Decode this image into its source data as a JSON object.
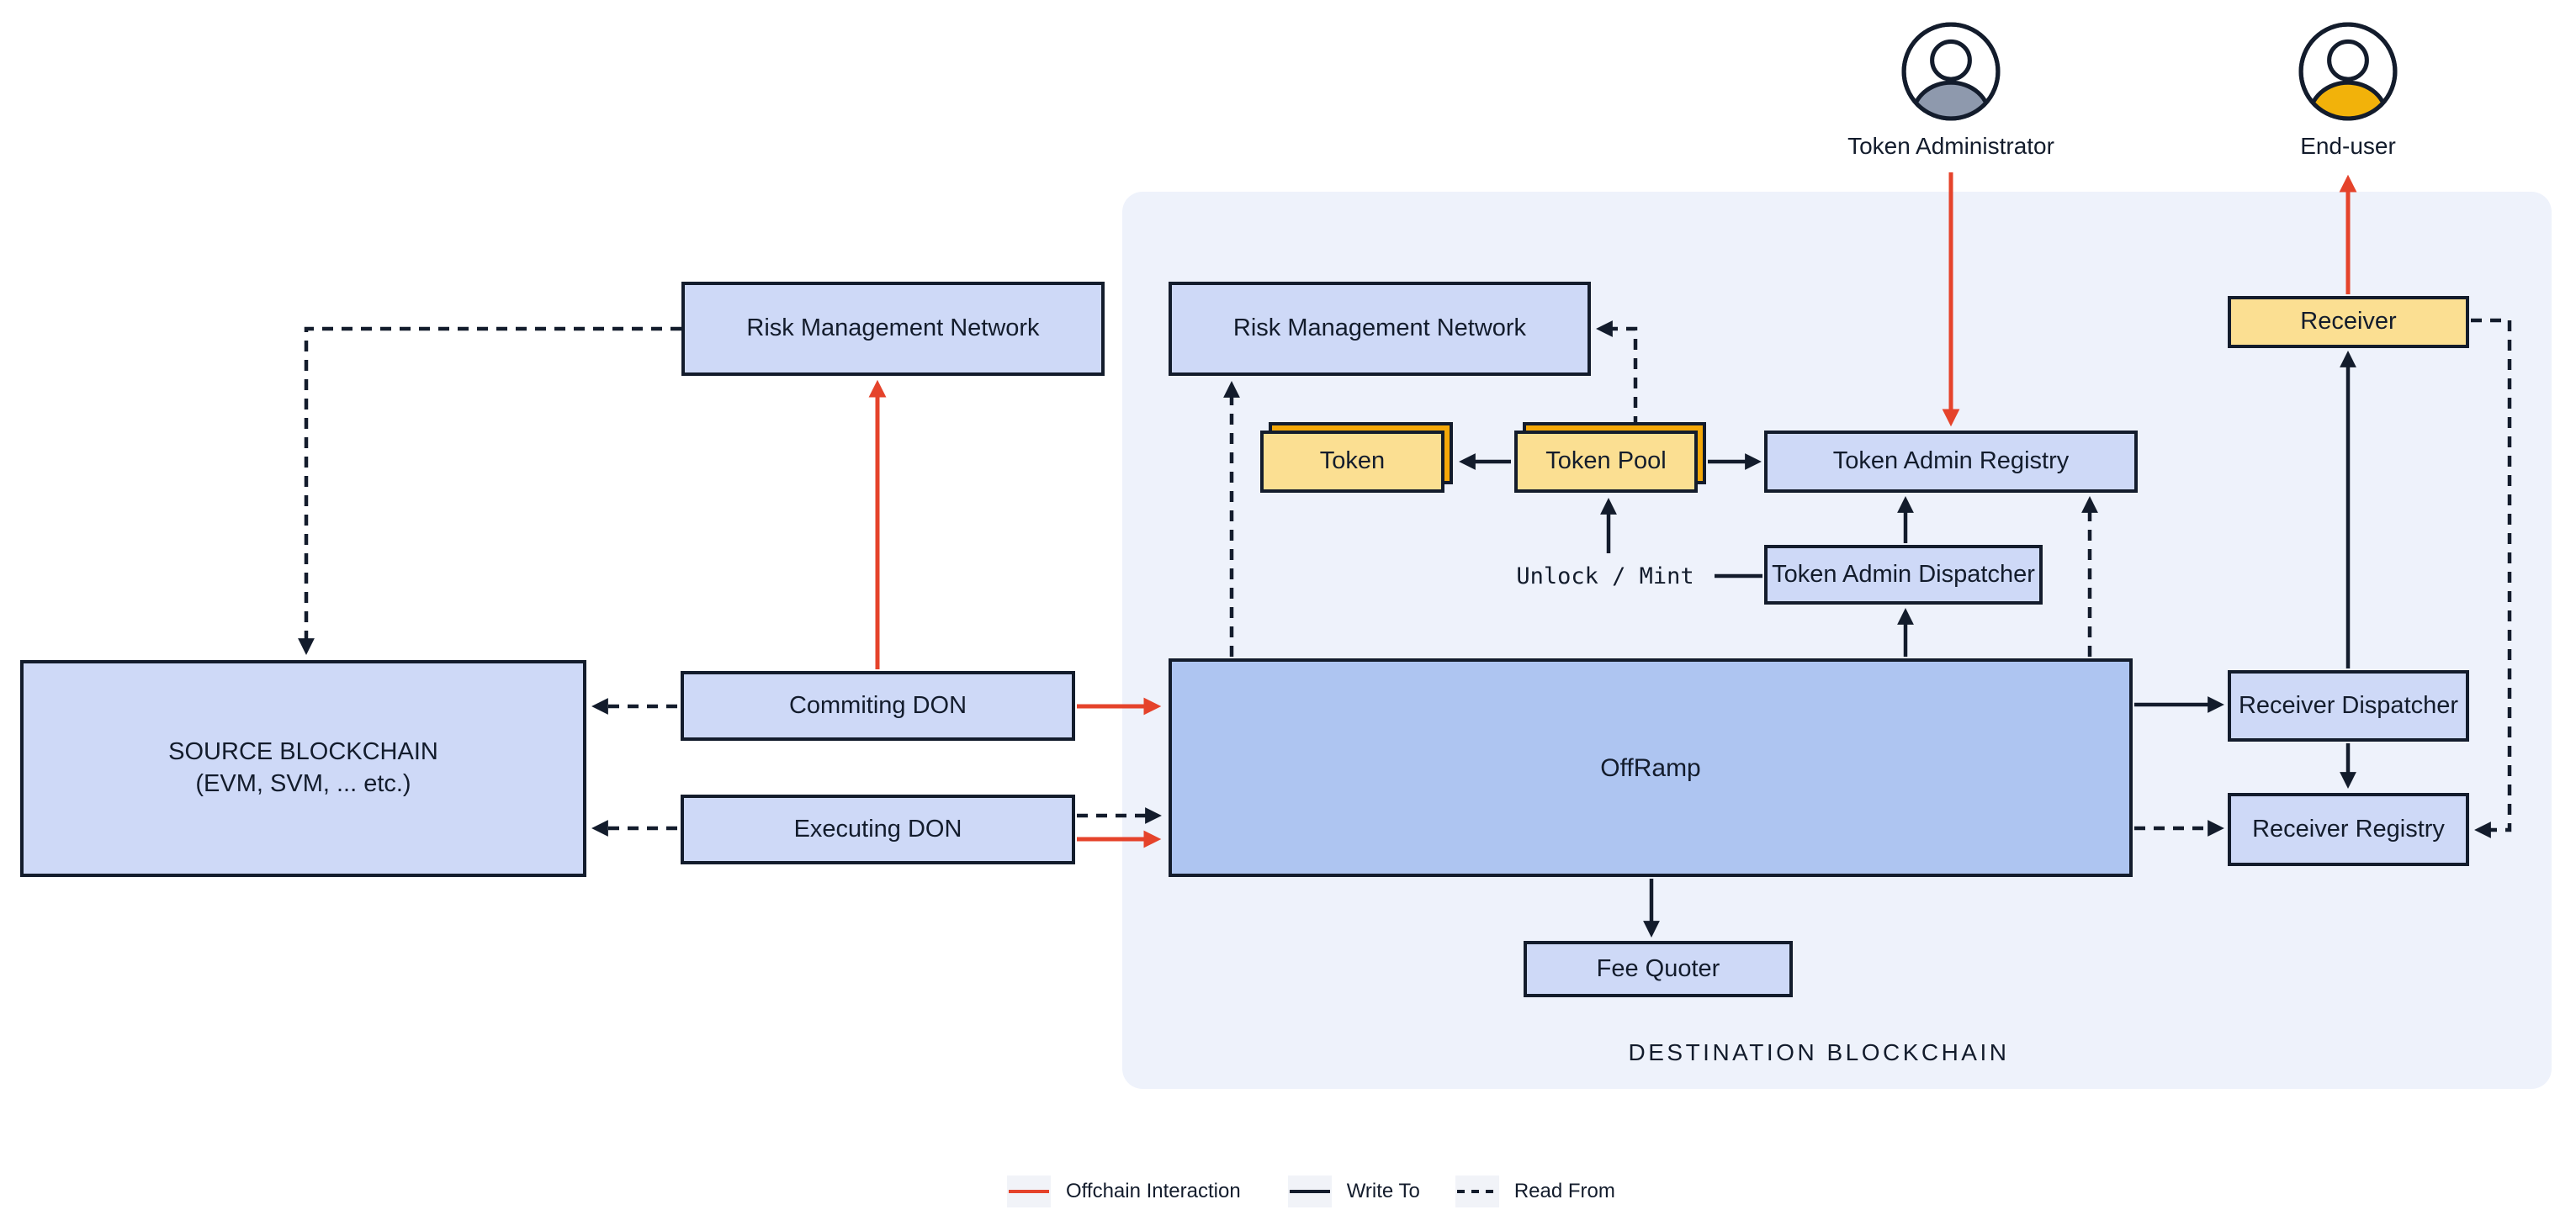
{
  "nodes": {
    "source_blockchain": {
      "label": "SOURCE BLOCKCHAIN",
      "sublabel": "(EVM, SVM, ... etc.)"
    },
    "rmn_source": {
      "label": "Risk Management Network"
    },
    "commiting_don": {
      "label": "Commiting DON"
    },
    "executing_don": {
      "label": "Executing DON"
    },
    "rmn_dest": {
      "label": "Risk Management Network"
    },
    "token": {
      "label": "Token"
    },
    "token_pool": {
      "label": "Token Pool"
    },
    "token_admin_registry": {
      "label": "Token Admin Registry"
    },
    "token_admin_dispatcher": {
      "label": "Token Admin Dispatcher"
    },
    "offramp": {
      "label": "OffRamp"
    },
    "fee_quoter": {
      "label": "Fee Quoter"
    },
    "receiver": {
      "label": "Receiver"
    },
    "receiver_dispatcher": {
      "label": "Receiver Dispatcher"
    },
    "receiver_registry": {
      "label": "Receiver Registry"
    }
  },
  "actors": {
    "token_administrator": {
      "label": "Token Administrator"
    },
    "end_user": {
      "label": "End-user"
    }
  },
  "region": {
    "destination_label": "DESTINATION BLOCKCHAIN"
  },
  "edge_labels": {
    "unlock_mint": "Unlock / Mint"
  },
  "legend": {
    "offchain": "Offchain Interaction",
    "write_to": "Write To",
    "read_from": "Read From"
  },
  "colors": {
    "node_blue": "#CED9F7",
    "offramp_blue": "#AEC5F1",
    "node_yellow": "#FBDF92",
    "stack_orange": "#F4A808",
    "destination_background": "#EEF2FB",
    "outline_dark": "#131C2C",
    "offchain_red": "#E5432B",
    "admin_shoulders_gray": "#8E99AD",
    "enduser_shoulders_amber": "#F2B20A",
    "legend_swatch_gray": "#F1F3F8"
  }
}
